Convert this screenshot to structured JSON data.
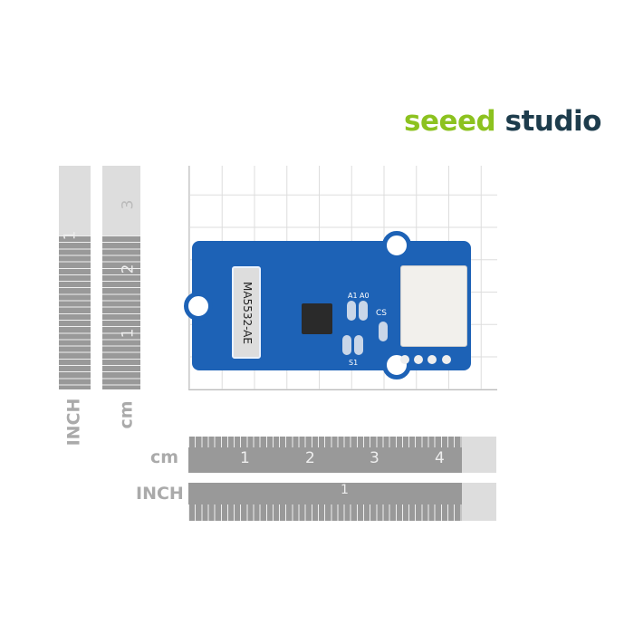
{
  "logo": {
    "part1": "seeed",
    "part2": "studio"
  },
  "board": {
    "component_label": "MA5532-AE",
    "silkscreen": [
      "A1",
      "A0",
      "CS",
      "S1"
    ]
  },
  "vertical_ruler": {
    "inch_label": "INCH",
    "cm_label": "cm",
    "inch_ticks": [
      "1"
    ],
    "cm_ticks": [
      "1",
      "2",
      "3"
    ]
  },
  "horizontal_ruler": {
    "cm_label": "cm",
    "inch_label": "INCH",
    "cm_ticks": [
      "1",
      "2",
      "3",
      "4"
    ],
    "inch_ticks": [
      "1"
    ]
  },
  "colors": {
    "brand_green": "#8cc21f",
    "brand_dark": "#1d3c4c",
    "pcb_blue": "#1d62b6"
  }
}
